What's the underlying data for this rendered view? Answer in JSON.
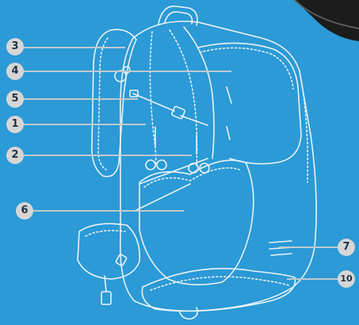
{
  "diagram": {
    "subject": "backpack line drawing",
    "background_color": "#2b9ad6",
    "outline_color": "#e8f2f8",
    "callout_color": "#bfc9cf",
    "badge_color": "#d6d6d6",
    "badge_text_color": "#1f3342",
    "callouts": [
      {
        "id": "3",
        "label": "3"
      },
      {
        "id": "4",
        "label": "4"
      },
      {
        "id": "5",
        "label": "5"
      },
      {
        "id": "1",
        "label": "1"
      },
      {
        "id": "2",
        "label": "2"
      },
      {
        "id": "6",
        "label": "6"
      },
      {
        "id": "7",
        "label": "7"
      },
      {
        "id": "10",
        "label": "10"
      }
    ]
  }
}
